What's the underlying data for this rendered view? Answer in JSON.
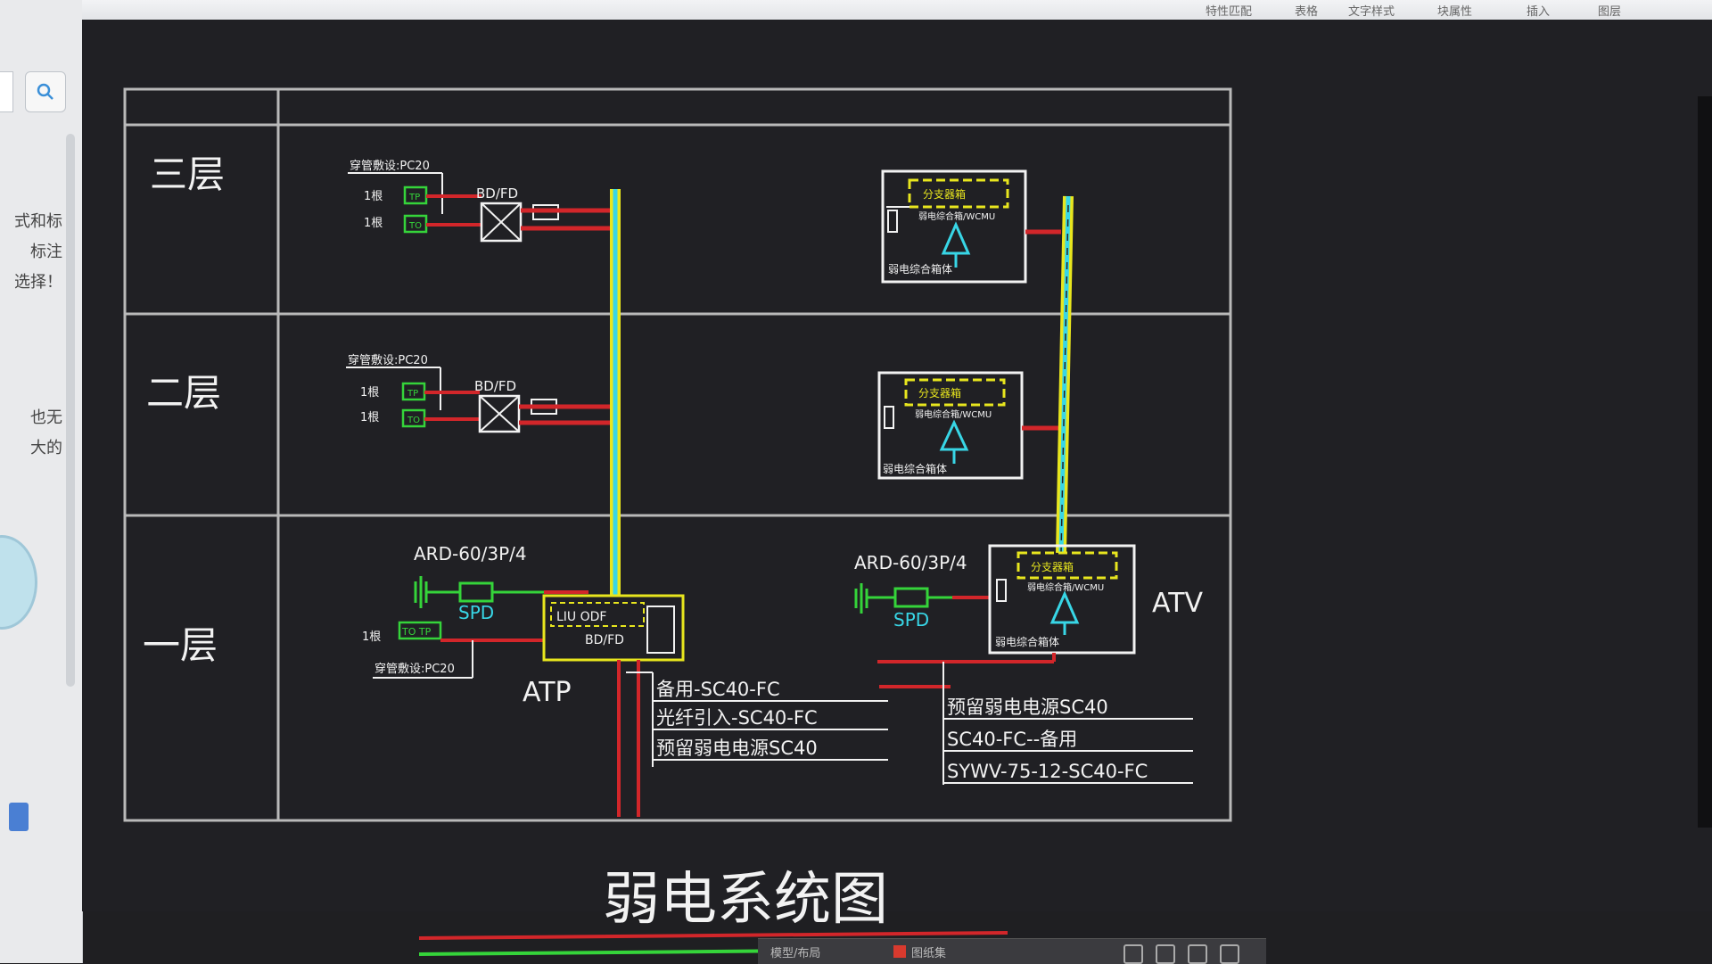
{
  "left_pane": {
    "side_texts": [
      "式和标",
      "标注",
      "选择！",
      "也无",
      "大的"
    ]
  },
  "ribbon": {
    "items": [
      "特性匹配",
      "表格",
      "文字样式",
      "块属性",
      "插入",
      "图层"
    ]
  },
  "drawing": {
    "floors": [
      "三层",
      "二层",
      "一层"
    ],
    "title": "弱电系统图",
    "floor3": {
      "conduit_label": "穿管敷设:PC20",
      "count_a": "1根",
      "count_b": "1根",
      "outlet_a": "TP",
      "outlet_b": "TO",
      "box_label": "BD/FD",
      "cabinet_label": "分支器箱",
      "cabinet_sub": "弱电综合箱/WCMU",
      "cabinet_note": "弱电综合箱体"
    },
    "floor2": {
      "conduit_label": "穿管敷设:PC20",
      "count_a": "1根",
      "count_b": "1根",
      "outlet_a": "TP",
      "outlet_b": "TO",
      "box_label": "BD/FD",
      "cabinet_label": "分支器箱",
      "cabinet_sub": "弱电综合箱/WCMU",
      "cabinet_note": "弱电综合箱体"
    },
    "floor1": {
      "ard_left": "ARD-60/3P/4",
      "spd_left": "SPD",
      "outlet_pair": "TO TP",
      "count": "1根",
      "conduit_label": "穿管敷设:PC20",
      "atp_box_top": "LIU ODF",
      "atp_box_label": "BD/FD",
      "atp_label": "ATP",
      "feed_lines": [
        "备用-SC40-FC",
        "光纤引入-SC40-FC",
        "预留弱电电源SC40"
      ],
      "ard_right": "ARD-60/3P/4",
      "spd_right": "SPD",
      "atv_label": "ATV",
      "cabinet_label": "分支器箱",
      "cabinet_sub": "弱电综合箱/WCMU",
      "cabinet_note": "弱电综合箱体",
      "tv_lines": [
        "预留弱电电源SC40",
        "SC40-FC--备用",
        "SYWV-75-12-SC40-FC"
      ]
    }
  },
  "bottom_bar": {
    "left_label": "模型/布局",
    "right_label": "图纸集"
  },
  "colors": {
    "background": "#202024",
    "frame": "#b9b9b9",
    "red": "#d2262a",
    "yellow": "#e8e61e",
    "cyan": "#38d6e6",
    "green": "#35d43a",
    "white": "#f2f2f2"
  }
}
